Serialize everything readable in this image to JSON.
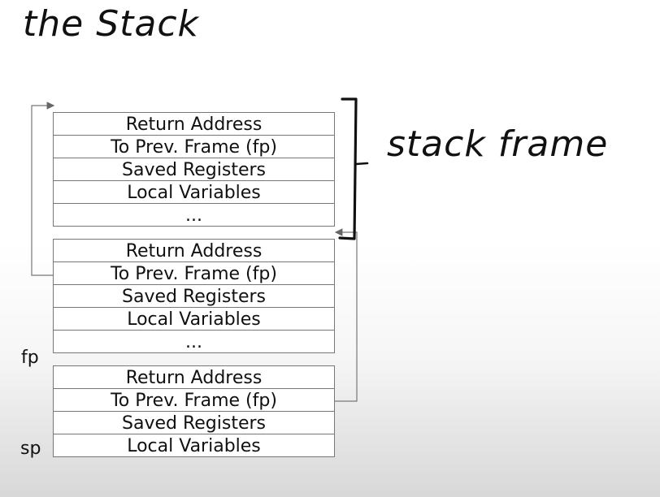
{
  "title": "the Stack",
  "annotation": "stack frame",
  "frames": [
    {
      "cells": [
        "Return Address",
        "To Prev. Frame (fp)",
        "Saved Registers",
        "Local Variables",
        "..."
      ]
    },
    {
      "cells": [
        "Return Address",
        "To Prev. Frame (fp)",
        "Saved Registers",
        "Local Variables",
        "..."
      ]
    },
    {
      "cells": [
        "Return Address",
        "To Prev. Frame (fp)",
        "Saved Registers",
        "Local Variables"
      ]
    }
  ],
  "registers": {
    "fp": "fp",
    "sp": "sp"
  },
  "colors": {
    "ink": "#111111",
    "box_border": "#777777",
    "arrow": "#666666"
  }
}
